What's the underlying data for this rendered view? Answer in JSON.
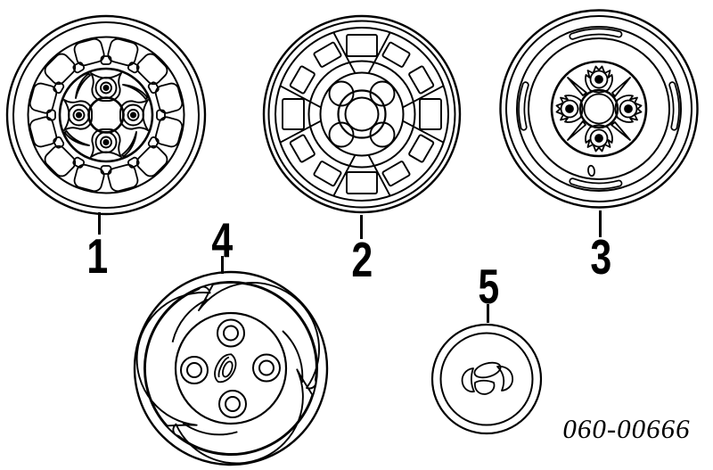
{
  "colors": {
    "line": "#000000",
    "background": "#ffffff"
  },
  "callouts": [
    {
      "number": "1"
    },
    {
      "number": "2"
    },
    {
      "number": "3"
    },
    {
      "number": "4"
    },
    {
      "number": "5"
    }
  ],
  "drawing_number": "060-00666"
}
